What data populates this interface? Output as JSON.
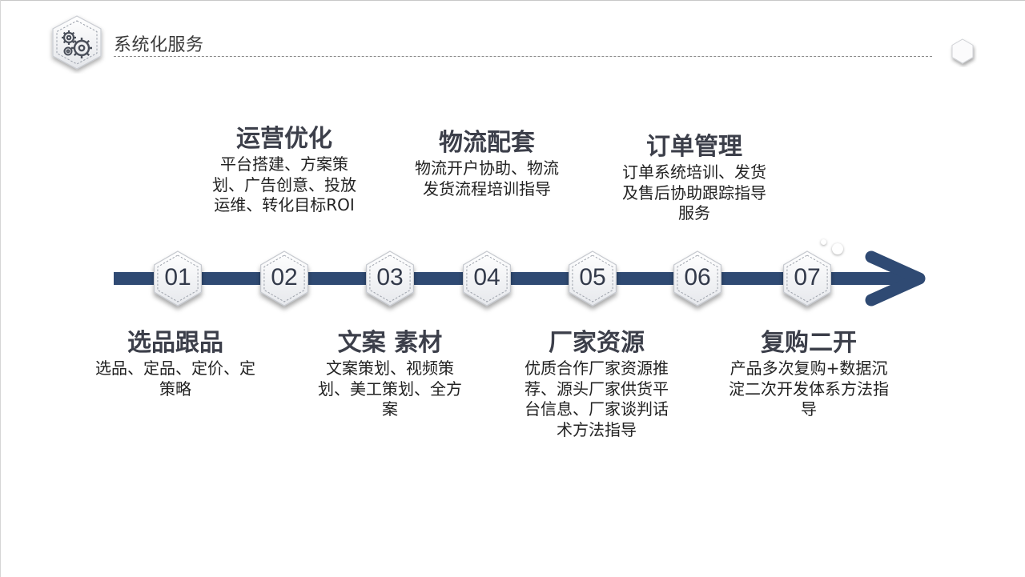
{
  "header": {
    "title": "系统化服务",
    "logo_icon": "gears-icon"
  },
  "colors": {
    "arrow": "#2f4a73",
    "title_text": "#3c3f4a",
    "body_text": "#222222"
  },
  "steps": [
    {
      "number": "01",
      "title": "选品跟品",
      "desc": "选品、定品、定价、定策略",
      "position": "below"
    },
    {
      "number": "02",
      "title": "运营优化",
      "desc": "平台搭建、方案策划、广告创意、投放运维、转化目标ROI",
      "position": "above"
    },
    {
      "number": "03",
      "title": "文案 素材",
      "desc": "文案策划、视频策划、美工策划、全方案",
      "position": "below"
    },
    {
      "number": "04",
      "title": "物流配套",
      "desc": "物流开户协助、物流发货流程培训指导",
      "position": "above"
    },
    {
      "number": "05",
      "title": "厂家资源",
      "desc": "优质合作厂家资源推荐、源头厂家供货平台信息、厂家谈判话术方法指导",
      "position": "below"
    },
    {
      "number": "06",
      "title": "订单管理",
      "desc": "订单系统培训、发货及售后协助跟踪指导服务",
      "position": "above"
    },
    {
      "number": "07",
      "title": "复购二开",
      "desc": "产品多次复购+数据沉淀二次开发体系方法指导",
      "position": "below"
    }
  ]
}
